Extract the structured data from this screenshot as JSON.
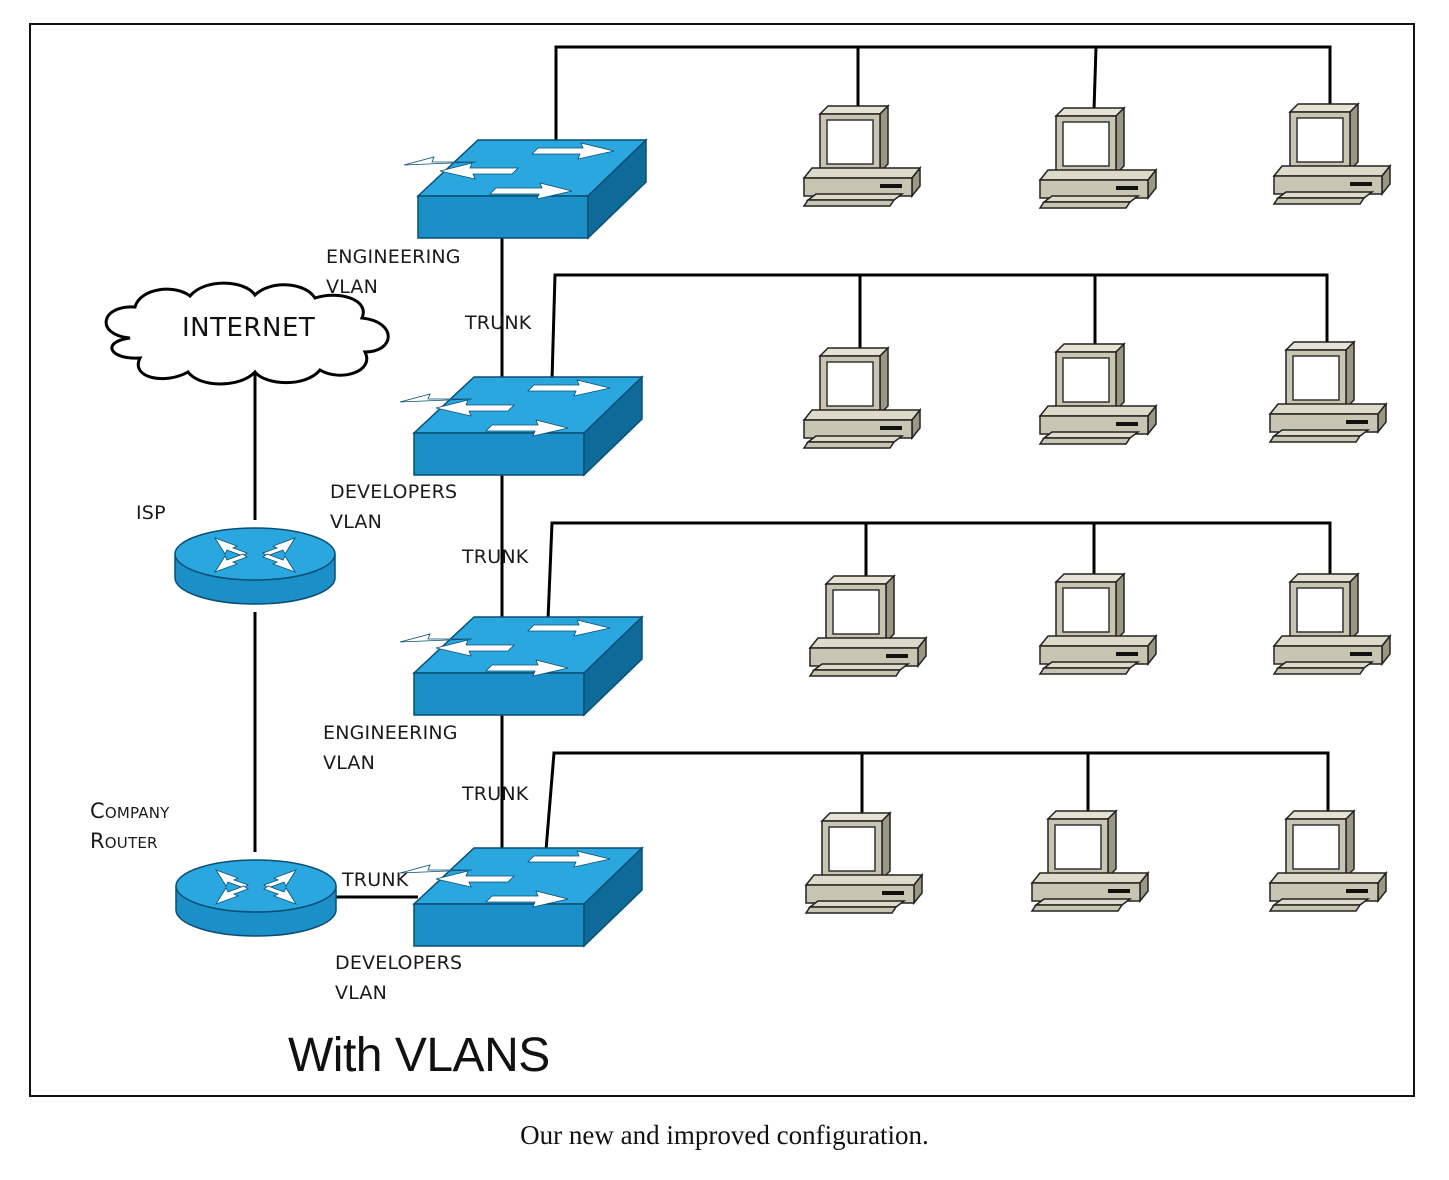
{
  "diagram": {
    "title": "With VLANS",
    "cloud_label": "INTERNET",
    "isp_label": "ISP",
    "company_router_label": [
      "Company",
      "Router"
    ],
    "switches": [
      {
        "vlan_label": [
          "ENGINEERING",
          "VLAN"
        ]
      },
      {
        "vlan_label": [
          "DEVELOPERS",
          "VLAN"
        ]
      },
      {
        "vlan_label": [
          "ENGINEERING",
          "VLAN"
        ]
      },
      {
        "vlan_label": [
          "DEVELOPERS",
          "VLAN"
        ]
      }
    ],
    "trunk_labels": [
      "TRUNK",
      "TRUNK",
      "TRUNK",
      "TRUNK"
    ],
    "computers_per_switch": 3,
    "colors": {
      "switch_top": "#2aa7df",
      "switch_front": "#1b90c8",
      "switch_side": "#0d6a99",
      "router": "#1f97cf",
      "computer": "#c8c6b3",
      "line": "#000000"
    }
  },
  "caption": "Our new and improved configuration."
}
